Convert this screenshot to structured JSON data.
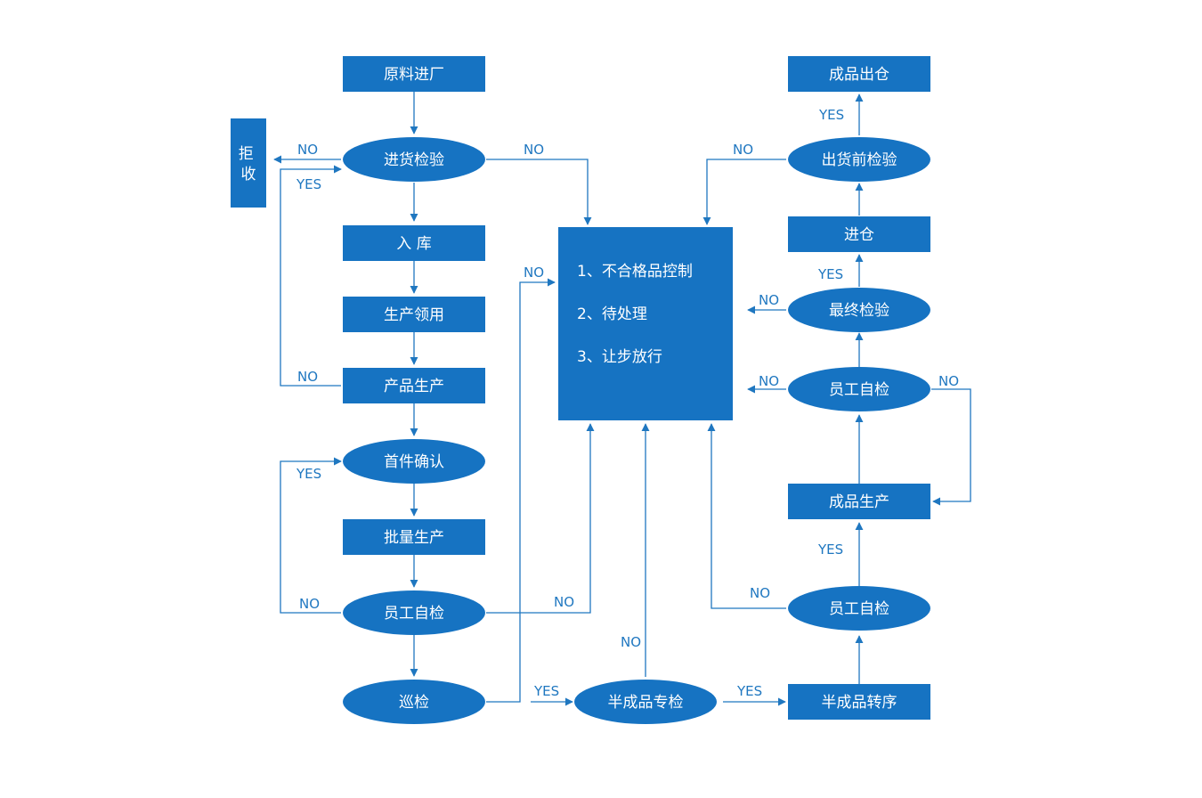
{
  "colors": {
    "node": "#1673c2",
    "line": "#1f77c0",
    "label": "#1f77c0"
  },
  "nodes": {
    "raw_material": "原料进厂",
    "incoming_inspection": "进货检验",
    "reject": "拒收",
    "warehousing": "入 库",
    "production_requisition": "生产领用",
    "product_production": "产品生产",
    "first_article_confirm": "首件确认",
    "batch_production": "批量生产",
    "self_check_left": "员工自检",
    "patrol_inspection": "巡检",
    "semi_inspection": "半成品专检",
    "semi_transfer": "半成品转序",
    "self_check_bottom_right": "员工自检",
    "finished_production": "成品生产",
    "self_check_upper_right": "员工自检",
    "final_inspection": "最终检验",
    "into_warehouse": "进仓",
    "pre_shipment_inspection": "出货前检验",
    "finished_outbound": "成品出仓"
  },
  "panel": {
    "items": [
      "1、不合格品控制",
      "2、待处理",
      "3、让步放行"
    ]
  },
  "labels": {
    "no": "NO",
    "yes": "YES"
  }
}
